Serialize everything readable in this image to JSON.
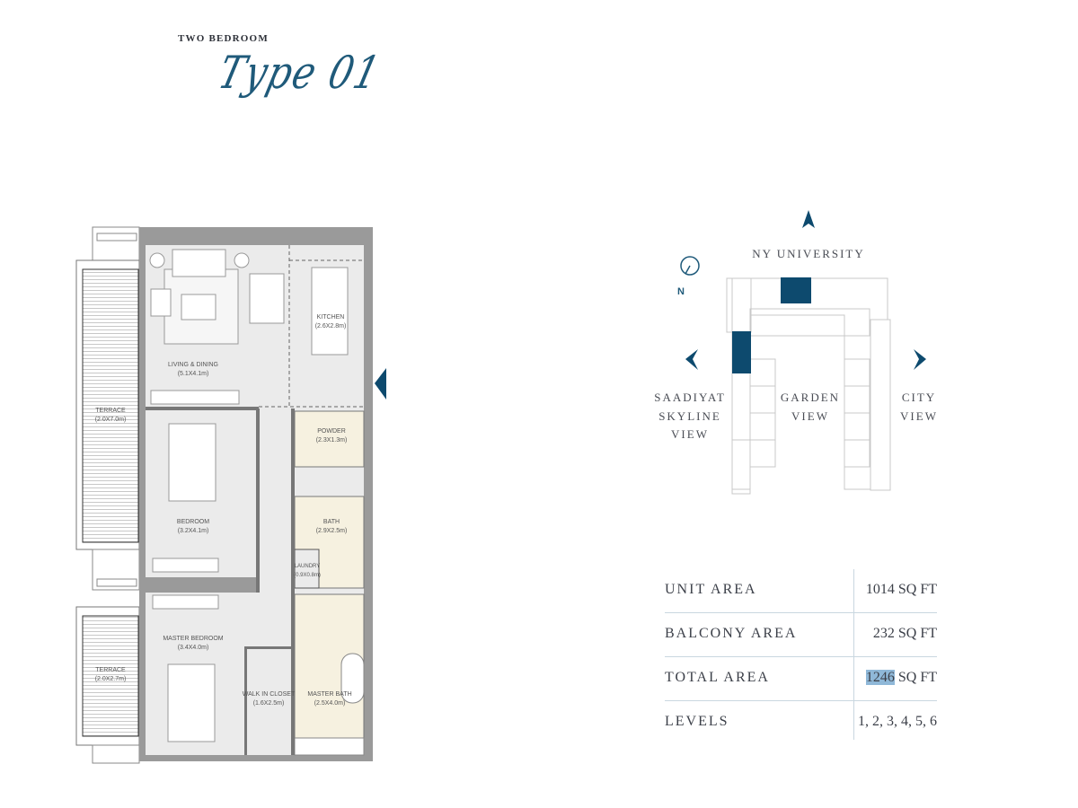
{
  "header": {
    "kicker": "TWO BEDROOM",
    "title": "Type 01"
  },
  "floor_plan": {
    "rooms": [
      {
        "name": "LIVING & DINING",
        "size": "(5.1X4.1m)"
      },
      {
        "name": "KITCHEN",
        "size": "(2.6X2.8m)"
      },
      {
        "name": "TERRACE",
        "size": "(2.0X7.0m)"
      },
      {
        "name": "POWDER",
        "size": "(2.3X1.3m)"
      },
      {
        "name": "BEDROOM",
        "size": "(3.2X4.1m)"
      },
      {
        "name": "BATH",
        "size": "(2.9X2.5m)"
      },
      {
        "name": "LAUNDRY",
        "size": "(0.9X0.8m)"
      },
      {
        "name": "MASTER BEDROOM",
        "size": "(3.4X4.0m)"
      },
      {
        "name": "TERRACE",
        "size": "(2.0X2.7m)"
      },
      {
        "name": "WALK IN CLOSET",
        "size": "(1.6X2.5m)"
      },
      {
        "name": "MASTER BATH",
        "size": "(2.5X4.0m)"
      }
    ],
    "entrance_icon": "triangle-left-icon"
  },
  "key_plan": {
    "compass_label": "N",
    "north_label": "NY UNIVERSITY",
    "west_label": [
      "SAADIYAT",
      "SKYLINE",
      "VIEW"
    ],
    "center_label": [
      "GARDEN",
      "VIEW"
    ],
    "east_label": [
      "CITY",
      "VIEW"
    ],
    "highlight_color": "#0d4a6e"
  },
  "areas": [
    {
      "label": "UNIT AREA",
      "value": "1014",
      "unit": "SQ FT"
    },
    {
      "label": "BALCONY AREA",
      "value": "232",
      "unit": "SQ FT"
    },
    {
      "label": "TOTAL AREA",
      "value": "1246",
      "unit": "SQ FT"
    },
    {
      "label": "LEVELS",
      "value": "1, 2, 3, 4, 5, 6",
      "unit": ""
    }
  ],
  "colors": {
    "accent": "#1f5a7a",
    "wall": "#9a9a9a",
    "room": "#ebebeb",
    "wet": "#f6f1e0"
  }
}
